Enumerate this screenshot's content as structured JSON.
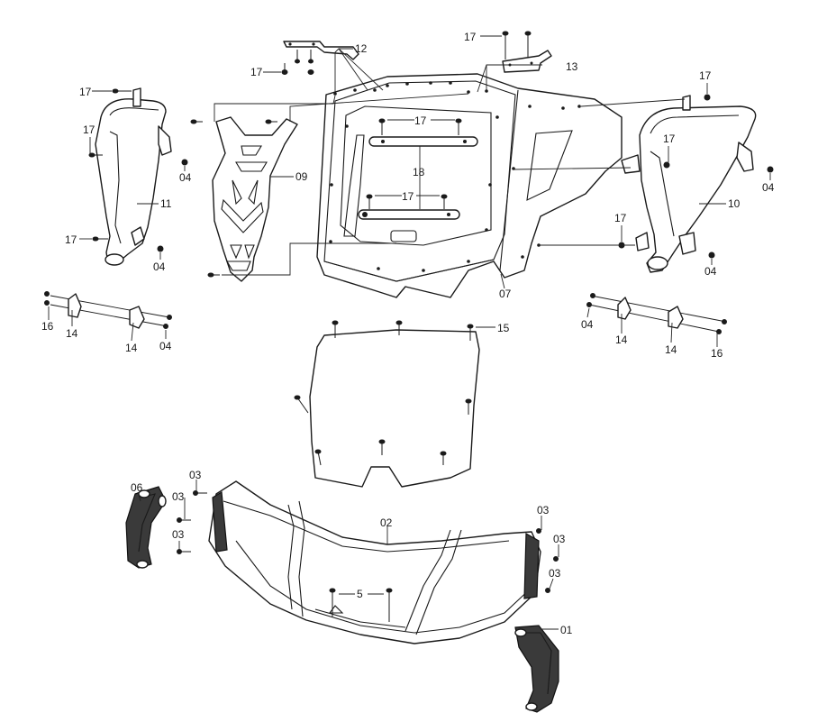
{
  "labels": {
    "p01": "01",
    "p02": "02",
    "p03": "03",
    "p04": "04",
    "p5": "5",
    "p06": "06",
    "p07": "07",
    "p09": "09",
    "p10": "10",
    "p11": "11",
    "p12": "12",
    "p13": "13",
    "p14": "14",
    "p15": "15",
    "p16": "16",
    "p17": "17",
    "p18": "18"
  }
}
